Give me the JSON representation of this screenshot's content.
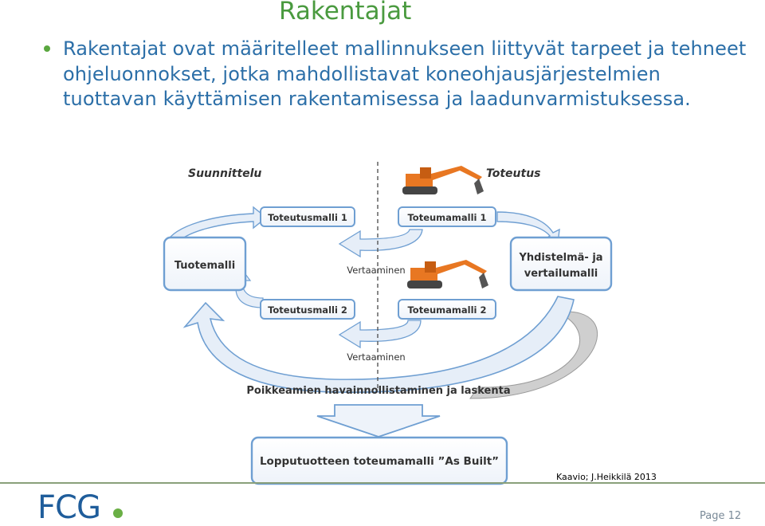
{
  "slide": {
    "title": "Rakentajat",
    "bullet": "Rakentajat ovat määritelleet mallinnukseen liittyvät tarpeet ja tehneet ohjeluonnokset, jotka mahdollistavat koneohjausjärjestelmien tuottavan käyttämisen rakentamisessa ja laadunvarmistuksessa.",
    "credit": "Kaavio; J.Heikkilä 2013",
    "logo": "FCG",
    "page": "Page 12"
  },
  "diagram": {
    "header_left": "Suunnittelu",
    "header_right": "Toteutus",
    "box_tuotemalli": "Tuotemalli",
    "box_toteutusmalli_1": "Toteutusmalli 1",
    "box_toteumamalli_1": "Toteumamalli 1",
    "box_toteutusmalli_2": "Toteutusmalli 2",
    "box_toteumamalli_2": "Toteumamalli 2",
    "box_yhdistelma_line1": "Yhdistelmä- ja",
    "box_yhdistelma_line2": "vertailumalli",
    "label_vertaaminen_1": "Vertaaminen",
    "label_vertaaminen_2": "Vertaaminen",
    "label_poikkeamien": "Poikkeamien havainnollistaminen ja laskenta",
    "box_lopputuotteen": "Lopputuotteen toteumamalli ”As Built”",
    "colors": {
      "box_border": "#6f9fd2",
      "arrow_fill": "#e4ecf6",
      "excavator": "#e87722",
      "shadow_arrow": "#c9c9c9"
    }
  }
}
